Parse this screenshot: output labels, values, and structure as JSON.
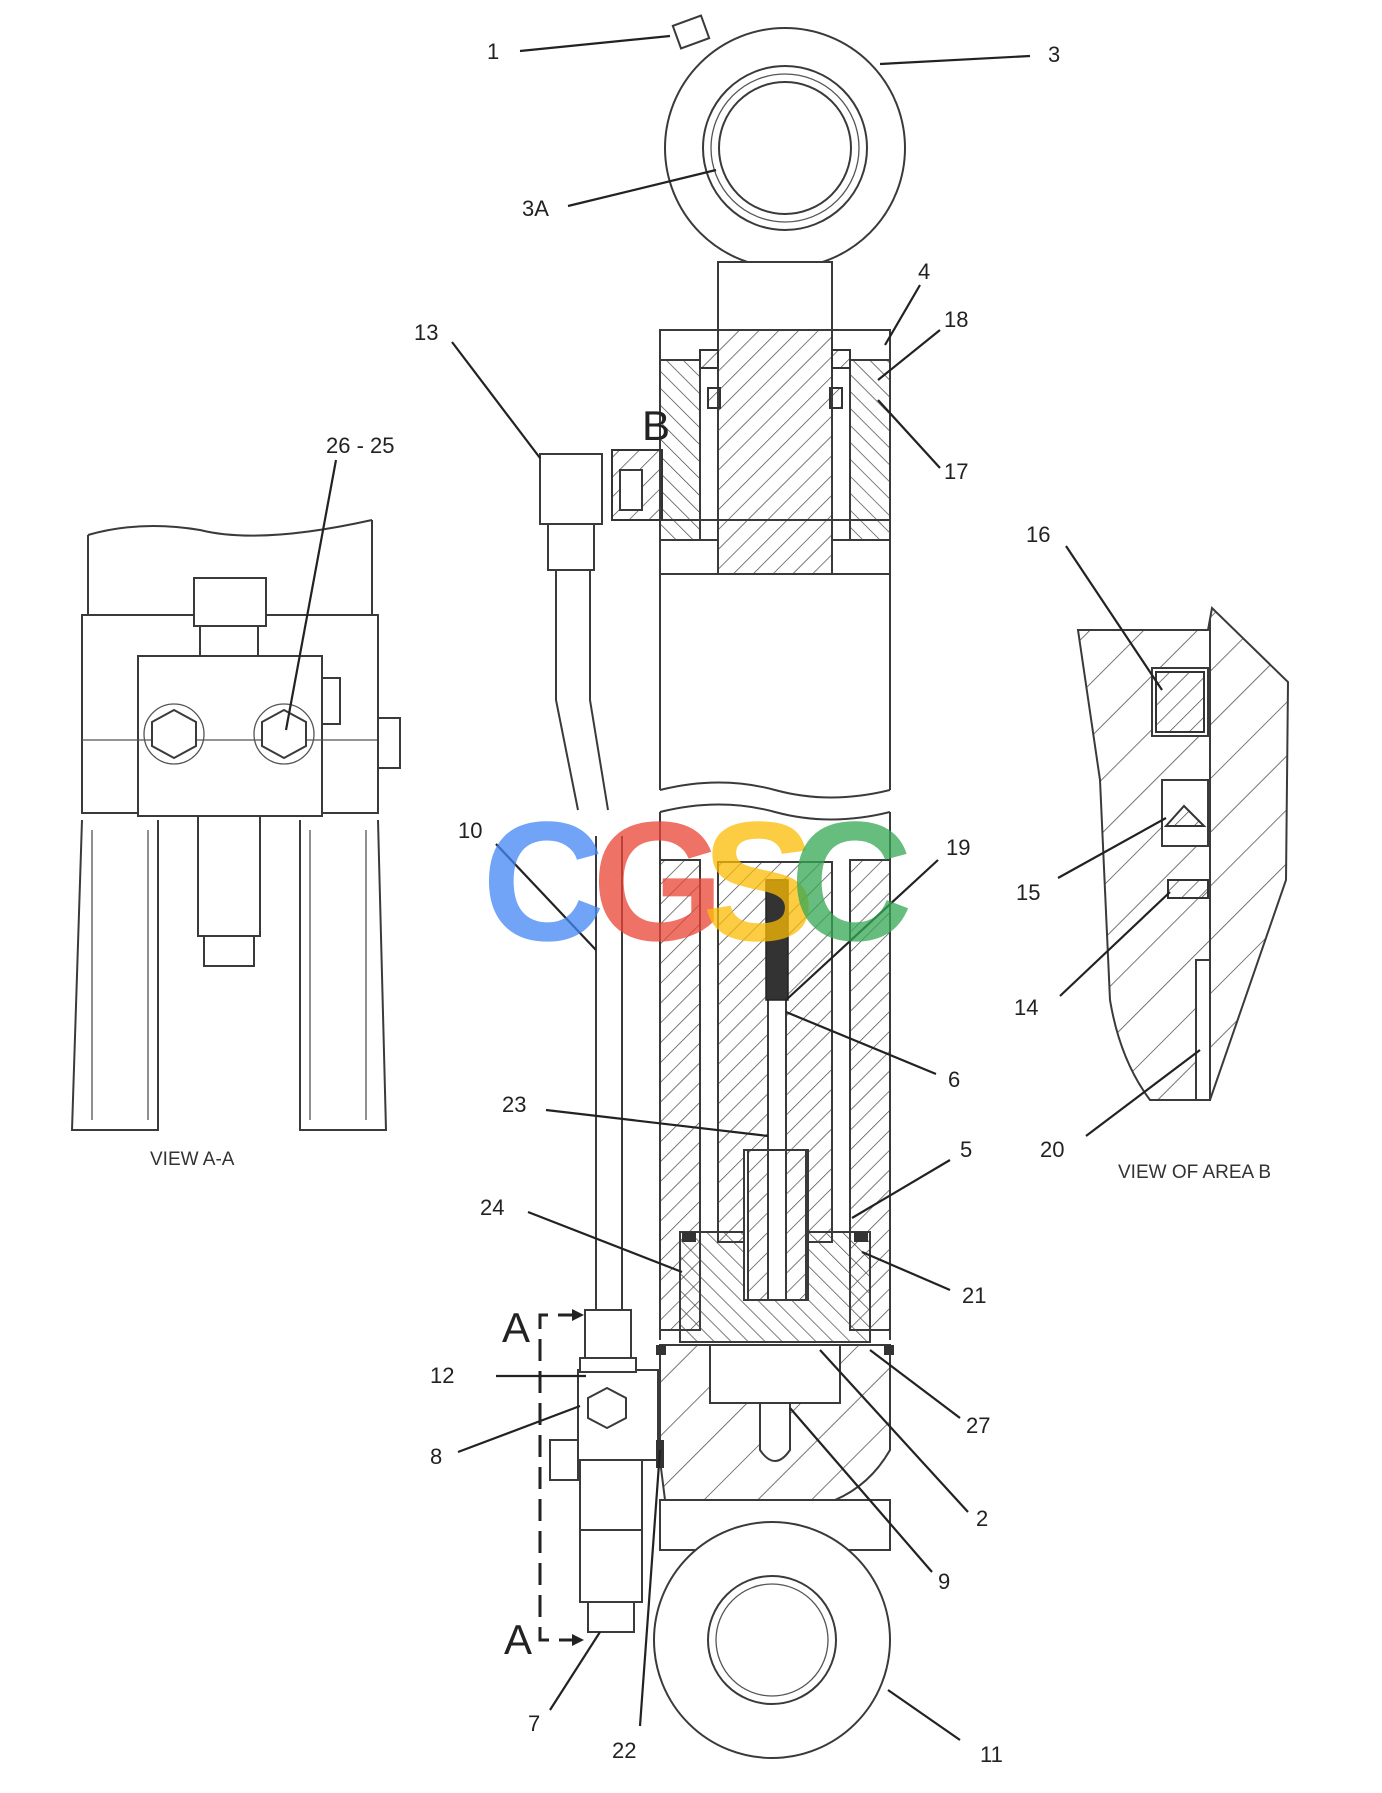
{
  "diagram": {
    "views": {
      "section_a_a": "VIEW A-A",
      "area_b": "VIEW OF AREA B"
    },
    "section_markers": {
      "a_top": "A",
      "a_bottom": "A",
      "b": "B"
    },
    "watermark": {
      "letters": [
        "C",
        "G",
        "S",
        "C"
      ],
      "colors": [
        "#4285F4",
        "#EA4335",
        "#FBBC05",
        "#34A853"
      ]
    },
    "callouts": {
      "c1": "1",
      "c2": "2",
      "c3": "3",
      "c3a": "3A",
      "c4": "4",
      "c5": "5",
      "c6": "6",
      "c7": "7",
      "c8": "8",
      "c9": "9",
      "c10": "10",
      "c11": "11",
      "c12": "12",
      "c13": "13",
      "c14": "14",
      "c15": "15",
      "c16": "16",
      "c17": "17",
      "c18": "18",
      "c19": "19",
      "c20": "20",
      "c21": "21",
      "c22": "22",
      "c23": "23",
      "c24": "24",
      "c26_25": "26 - 25",
      "c27": "27"
    }
  }
}
